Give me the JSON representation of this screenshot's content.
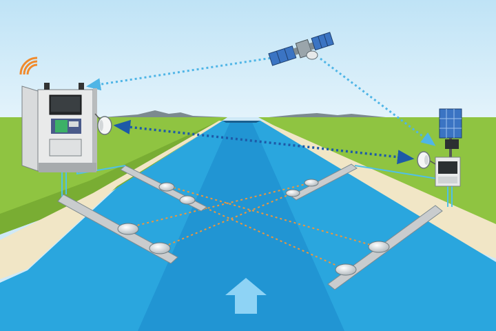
{
  "colors": {
    "sky": "#cfe9f7",
    "grass": "#8fc441",
    "grass_dark": "#79ad33",
    "bank": "#f1e6c6",
    "water": "#2aa6de",
    "water_center": "#1f8fcf",
    "water_light": "#59c0ec",
    "cabinet": "#e9eaea",
    "cabinet_shade": "#b9bcbd",
    "sensor_track": "#c9ccce",
    "sensor_pod": "#d9dddf",
    "satellite_link": "#4fb5e6",
    "radio_link": "#1d5aa8",
    "acoustic_path": "#f0963a",
    "flow_arrow": "#8ed3f5",
    "solar_panel": "#3b74c3",
    "radio_waves": "#f08a2c"
  },
  "scene": {
    "nodes": [
      {
        "id": "satellite",
        "icon": "satellite-icon"
      },
      {
        "id": "control-cabinet",
        "icon": "cabinet-icon"
      },
      {
        "id": "remote-station",
        "icon": "cabinet-icon"
      },
      {
        "id": "solar-panel",
        "icon": "solar-panel-icon"
      },
      {
        "id": "left-dish",
        "icon": "antenna-dish-icon"
      },
      {
        "id": "right-dish",
        "icon": "antenna-dish-icon"
      }
    ],
    "links": [
      {
        "from": "satellite",
        "to": "control-cabinet",
        "style": "dotted",
        "kind": "satellite"
      },
      {
        "from": "satellite",
        "to": "remote-station",
        "style": "dotted",
        "kind": "satellite"
      },
      {
        "from": "left-dish",
        "to": "right-dish",
        "style": "dotted",
        "kind": "radio",
        "arrows": "both"
      },
      {
        "from": "near-left-sensor",
        "to": "far-right-sensor",
        "style": "dotted",
        "kind": "acoustic"
      },
      {
        "from": "near-right-sensor",
        "to": "far-left-sensor",
        "style": "dotted",
        "kind": "acoustic"
      },
      {
        "from": "near-left-sensor",
        "to": "mid-right-sensor",
        "style": "dotted",
        "kind": "acoustic"
      },
      {
        "from": "near-right-sensor",
        "to": "mid-left-sensor",
        "style": "dotted",
        "kind": "acoustic"
      }
    ],
    "flow_direction": "upstream-away-from-viewer"
  }
}
